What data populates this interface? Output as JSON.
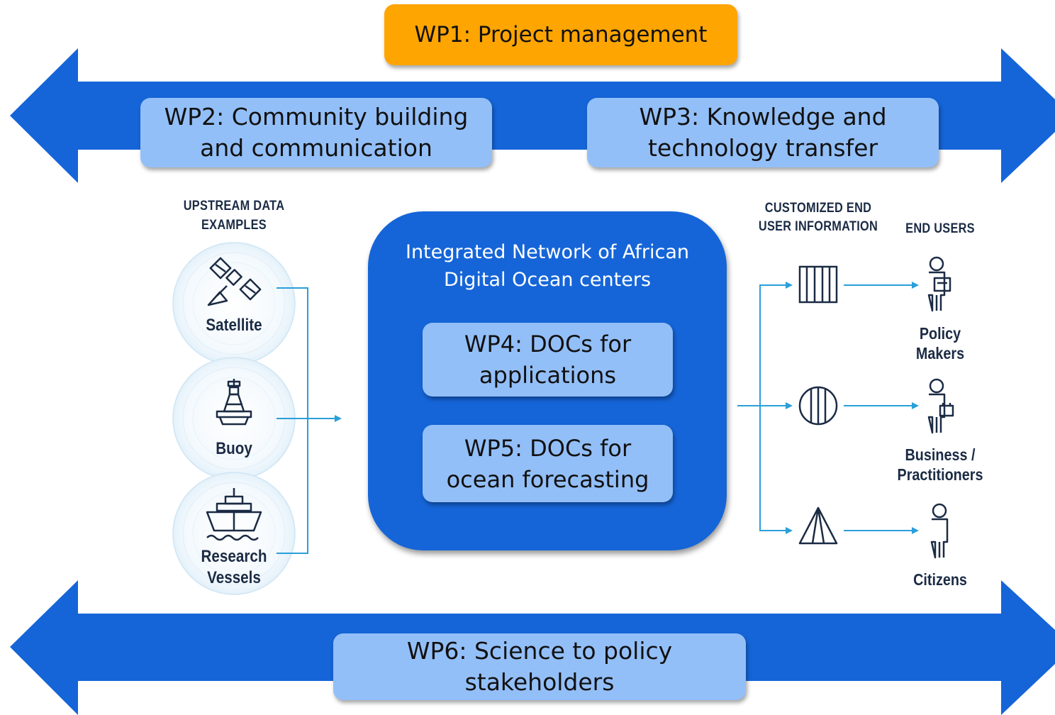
{
  "work_packages": {
    "wp1": "WP1: Project management",
    "wp2": "WP2: Community building\nand communication",
    "wp3": "WP3: Knowledge and\ntechnology transfer",
    "wp4": "WP4: DOCs for\napplications",
    "wp5": "WP5: DOCs for\nocean forecasting",
    "wp6": "WP6: Science to policy\nstakeholders"
  },
  "center": {
    "title": "Integrated Network of African\nDigital Ocean centers"
  },
  "upstream": {
    "header": "UPSTREAM DATA\nEXAMPLES",
    "sources": [
      {
        "label": "Satellite",
        "icon": "satellite-icon"
      },
      {
        "label": "Buoy",
        "icon": "buoy-icon"
      },
      {
        "label": "Research\nVessels",
        "icon": "ship-icon"
      }
    ]
  },
  "downstream": {
    "info_header": "CUSTOMIZED END\nUSER INFORMATION",
    "users_header": "END USERS",
    "users": [
      {
        "label": "Policy\nMakers",
        "icon": "policy-maker-icon"
      },
      {
        "label": "Business /\nPractitioners",
        "icon": "business-person-icon"
      },
      {
        "label": "Citizens",
        "icon": "citizen-icon"
      }
    ]
  },
  "colors": {
    "arrow": "#1565d8",
    "wp_box": "#93bff8",
    "wp1_box": "#ffa502",
    "center": "#1565d8",
    "connector": "#2a9fd8",
    "icon": "#1b2b44"
  }
}
